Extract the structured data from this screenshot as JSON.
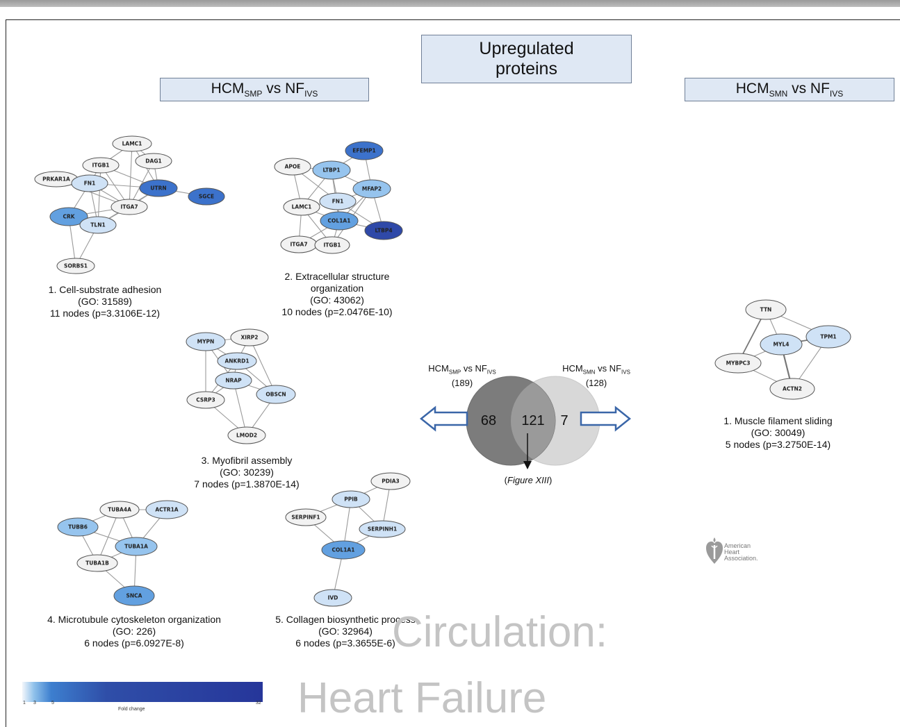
{
  "header": {
    "main_title_line1": "Upregulated",
    "main_title_line2": "proteins",
    "left": {
      "prefix": "HCM",
      "sub": "SMP",
      "mid": " vs NF",
      "sub2": "IVS"
    },
    "right": {
      "prefix": "HCM",
      "sub": "SMN",
      "mid": " vs NF",
      "sub2": "IVS"
    }
  },
  "colors": {
    "white": "#f2f2f2",
    "light": "#cfe2f6",
    "mid": "#96c4ee",
    "medium": "#62a0e0",
    "dark": "#3c72cb",
    "darkest": "#2f49a8",
    "venn_left": "#7c7c7c",
    "venn_right": "#d8d8d8",
    "header_fill": "#dfe8f4"
  },
  "networks": [
    {
      "id": "net1",
      "nodes": [
        {
          "label": "LAMC1",
          "shade": "white"
        },
        {
          "label": "ITGB1",
          "shade": "white"
        },
        {
          "label": "DAG1",
          "shade": "white"
        },
        {
          "label": "PRKAR1A",
          "shade": "white"
        },
        {
          "label": "FN1",
          "shade": "light"
        },
        {
          "label": "UTRN",
          "shade": "dark"
        },
        {
          "label": "SGCE",
          "shade": "dark"
        },
        {
          "label": "ITGA7",
          "shade": "white"
        },
        {
          "label": "CRK",
          "shade": "medium"
        },
        {
          "label": "TLN1",
          "shade": "light"
        },
        {
          "label": "SORBS1",
          "shade": "white"
        }
      ],
      "caption": [
        "1. Cell-substrate adhesion",
        "(GO: 31589)",
        "11 nodes (p=3.3106E-12)"
      ]
    },
    {
      "id": "net2",
      "nodes": [
        {
          "label": "EFEMP1",
          "shade": "dark"
        },
        {
          "label": "APOE",
          "shade": "white"
        },
        {
          "label": "LTBP1",
          "shade": "mid"
        },
        {
          "label": "MFAP2",
          "shade": "mid"
        },
        {
          "label": "LAMC1",
          "shade": "white"
        },
        {
          "label": "FN1",
          "shade": "light"
        },
        {
          "label": "COL1A1",
          "shade": "medium"
        },
        {
          "label": "LTBP4",
          "shade": "darkest"
        },
        {
          "label": "ITGA7",
          "shade": "white"
        },
        {
          "label": "ITGB1",
          "shade": "white"
        }
      ],
      "caption": [
        "2. Extracellular structure",
        "organization",
        "(GO: 43062)",
        "10 nodes (p=2.0476E-10)"
      ]
    },
    {
      "id": "net3",
      "nodes": [
        {
          "label": "MYPN",
          "shade": "light"
        },
        {
          "label": "XIRP2",
          "shade": "white"
        },
        {
          "label": "ANKRD1",
          "shade": "light"
        },
        {
          "label": "NRAP",
          "shade": "light"
        },
        {
          "label": "CSRP3",
          "shade": "white"
        },
        {
          "label": "OBSCN",
          "shade": "light"
        },
        {
          "label": "LMOD2",
          "shade": "white"
        }
      ],
      "caption": [
        "3. Myofibril assembly",
        "(GO: 30239)",
        "7 nodes (p=1.3870E-14)"
      ]
    },
    {
      "id": "net4",
      "nodes": [
        {
          "label": "TUBA4A",
          "shade": "white"
        },
        {
          "label": "ACTR1A",
          "shade": "light"
        },
        {
          "label": "TUBB6",
          "shade": "mid"
        },
        {
          "label": "TUBA1A",
          "shade": "mid"
        },
        {
          "label": "TUBA1B",
          "shade": "white"
        },
        {
          "label": "SNCA",
          "shade": "medium"
        }
      ],
      "caption": [
        "4. Microtubule cytoskeleton organization",
        "(GO: 226)",
        "6 nodes (p=6.0927E-8)"
      ]
    },
    {
      "id": "net5",
      "nodes": [
        {
          "label": "PDIA3",
          "shade": "white"
        },
        {
          "label": "PPIB",
          "shade": "light"
        },
        {
          "label": "SERPINF1",
          "shade": "white"
        },
        {
          "label": "SERPINH1",
          "shade": "light"
        },
        {
          "label": "COL1A1",
          "shade": "medium"
        },
        {
          "label": "IVD",
          "shade": "light"
        }
      ],
      "caption": [
        "5. Collagen biosynthetic process",
        "(GO: 32964)",
        "6 nodes (p=3.3655E-6)"
      ]
    },
    {
      "id": "net6",
      "nodes": [
        {
          "label": "TTN",
          "shade": "white"
        },
        {
          "label": "TPM1",
          "shade": "light"
        },
        {
          "label": "MYL4",
          "shade": "light"
        },
        {
          "label": "MYBPC3",
          "shade": "white"
        },
        {
          "label": "ACTN2",
          "shade": "white"
        }
      ],
      "caption": [
        "1. Muscle filament sliding",
        "(GO: 30049)",
        "5 nodes (p=3.2750E-14)"
      ]
    }
  ],
  "venn": {
    "left_title": {
      "prefix": "HCM",
      "sub": "SMP",
      "mid": " vs NF",
      "sub2": "IVS",
      "count": "(189)"
    },
    "right_title": {
      "prefix": "HCM",
      "sub": "SMN",
      "mid": " vs NF",
      "sub2": "IVS",
      "count": "(128)"
    },
    "left_only": "68",
    "overlap": "121",
    "right_only": "7",
    "pointer_note": "Figure XIII"
  },
  "scale": {
    "ticks": [
      "1",
      "3",
      "5",
      "32"
    ],
    "label": "Fold change"
  },
  "watermark": {
    "line1": "Circulation:",
    "line2": "Heart Failure"
  },
  "logo": {
    "line1": "American",
    "line2": "Heart",
    "line3": "Association."
  }
}
